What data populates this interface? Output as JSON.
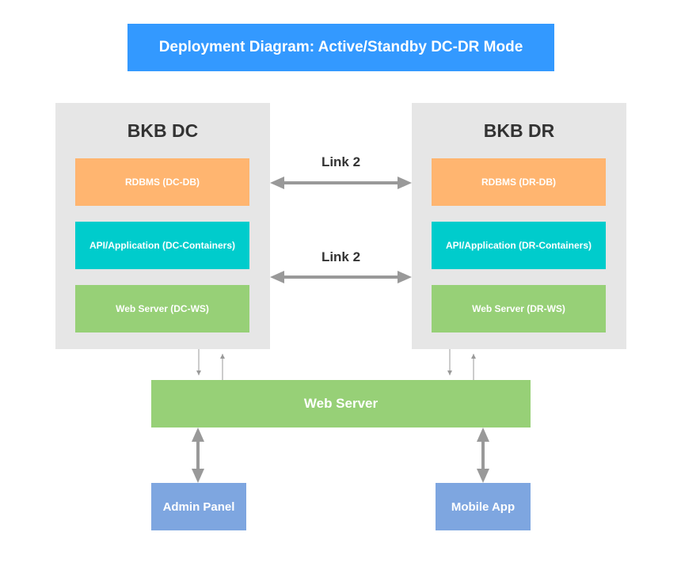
{
  "title": "Deployment Diagram: Active/Standby DC-DR Mode",
  "sites": {
    "dc": {
      "name": "BKB DC",
      "db": "RDBMS (DC-DB)",
      "api": "API/Application (DC-Containers)",
      "ws": "Web Server (DC-WS)"
    },
    "dr": {
      "name": "BKB DR",
      "db": "RDBMS (DR-DB)",
      "api": "API/Application (DR-Containers)",
      "ws": "Web Server (DR-WS)"
    }
  },
  "links": [
    "Link 2",
    "Link 2"
  ],
  "web_server": "Web Server",
  "clients": {
    "admin": "Admin Panel",
    "mobile": "Mobile App"
  },
  "colors": {
    "title": "#3399ff",
    "site_bg": "#e6e6e6",
    "database": "#ffb570",
    "application": "#00cccc",
    "web_server": "#97d077",
    "client": "#7ea6e0",
    "connector": "#999999"
  }
}
